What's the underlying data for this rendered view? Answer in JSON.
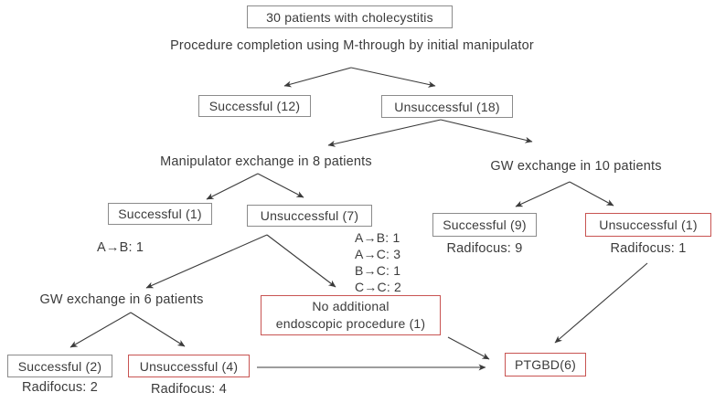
{
  "diagram": {
    "root_box": "30 patients with cholecystitis",
    "procedure_line": "Procedure completion using M-through by initial manipulator",
    "nodes": {
      "successful_12": "Successful (12)",
      "unsuccessful_18": "Unsuccessful (18)",
      "manipulator_exchange_8": "Manipulator exchange in 8 patients",
      "gw_exchange_10": "GW exchange in 10 patients",
      "successful_1": "Successful (1)",
      "unsuccessful_7": "Unsuccessful (7)",
      "successful_9": "Successful (9)",
      "unsuccessful_1": "Unsuccessful (1)",
      "gw_exchange_6": "GW exchange in 6 patients",
      "no_additional_line1": "No additional",
      "no_additional_line2": "endoscopic procedure (1)",
      "successful_2": "Successful (2)",
      "unsuccessful_4": "Unsuccessful (4)",
      "ptgbd": "PTGBD(6)"
    },
    "annotations": {
      "successful_1_detail": "A→B: 1",
      "unsuccessful_7_details": [
        "A→B: 1",
        "A→C: 3",
        "B→C: 1",
        "C→C: 2"
      ],
      "radifocus_9": "Radifocus: 9",
      "radifocus_1": "Radifocus: 1",
      "radifocus_2": "Radifocus: 2",
      "radifocus_4": "Radifocus: 4"
    },
    "colors": {
      "box_border": "#8b8b8b",
      "red_border": "#c85452",
      "text": "#3b3b3b",
      "arrow": "#3b3b3b",
      "background": "#ffffff"
    }
  }
}
